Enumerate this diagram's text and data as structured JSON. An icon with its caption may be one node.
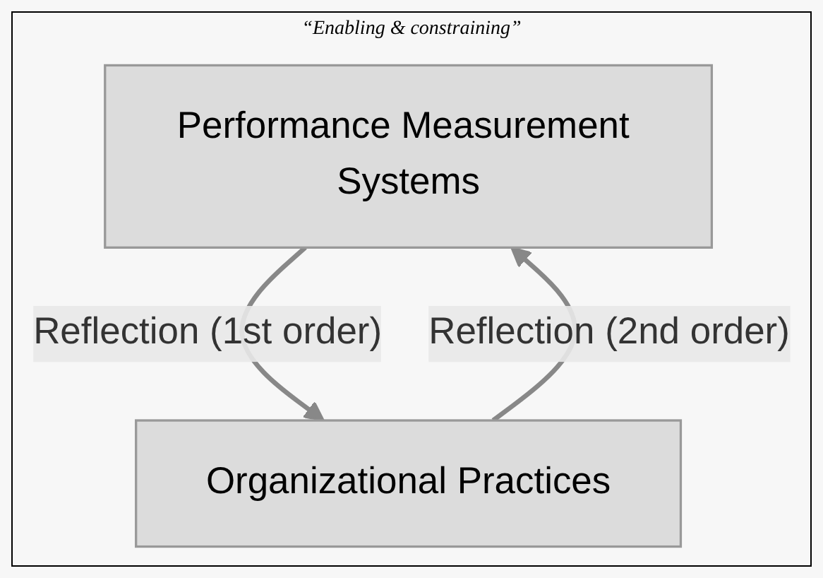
{
  "diagram": {
    "nodes": [
      {
        "text": [
          "Performance Measurement Systems"
        ]
      },
      {
        "text": [
          "Organizational Practices"
        ]
      }
    ],
    "edges": [
      {
        "from": 0,
        "to": 1,
        "arrow": "to",
        "label": "Reflection (1st order)"
      },
      {
        "from": 1,
        "to": 0,
        "arrow": "to",
        "label": "Reflection (2nd order)"
      }
    ],
    "labels": [
      "“Enabling & constraining”"
    ]
  }
}
